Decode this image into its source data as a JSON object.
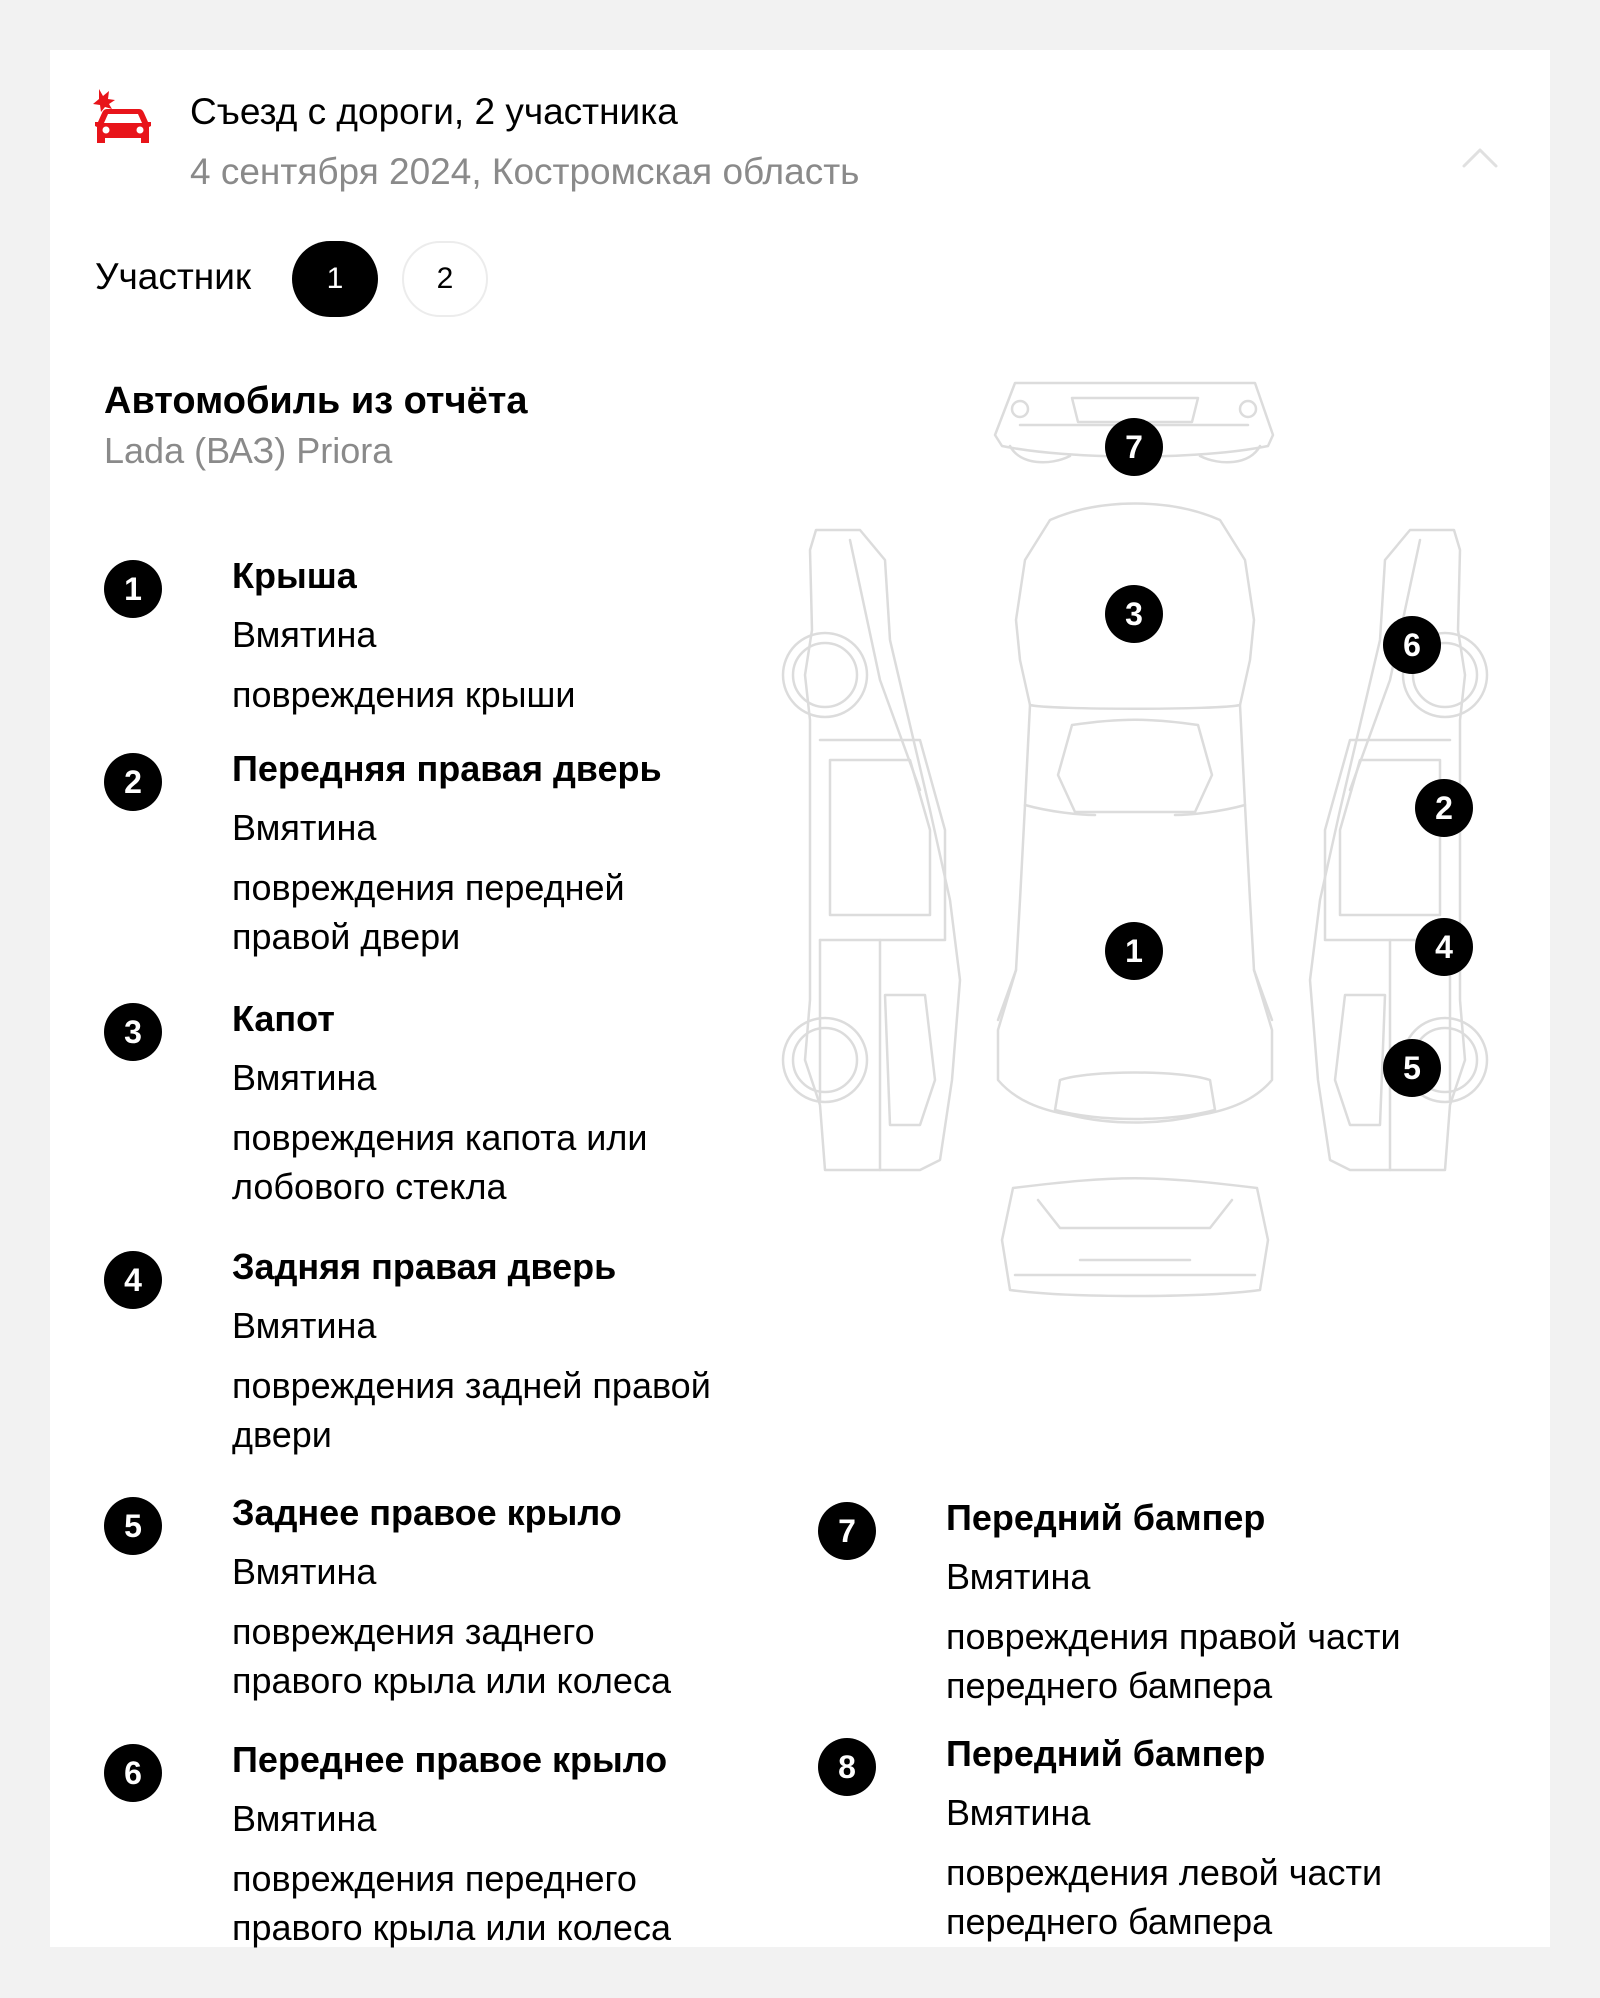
{
  "header": {
    "title": "Съезд с дороги, 2 участника",
    "subtitle": "4 сентября 2024, Костромская область",
    "icon": "car-crash-icon",
    "collapse_icon": "chevron-up-icon"
  },
  "colors": {
    "accent": "#e8141a",
    "badge": "#000000",
    "muted": "#8a8a8a"
  },
  "participants": {
    "label": "Участник",
    "tabs": [
      "1",
      "2"
    ],
    "selected": "1"
  },
  "car": {
    "title": "Автомобиль из отчёта",
    "model": "Lada (ВАЗ) Priora"
  },
  "damages": [
    {
      "num": "1",
      "title": "Крыша",
      "type": "Вмятина",
      "desc": "повреждения крыши"
    },
    {
      "num": "2",
      "title": "Передняя правая дверь",
      "type": "Вмятина",
      "desc": "повреждения передней правой двери"
    },
    {
      "num": "3",
      "title": "Капот",
      "type": "Вмятина",
      "desc": "повреждения капота или лобового стекла"
    },
    {
      "num": "4",
      "title": "Задняя правая дверь",
      "type": "Вмятина",
      "desc": "повреждения задней правой двери"
    },
    {
      "num": "5",
      "title": "Заднее правое крыло",
      "type": "Вмятина",
      "desc": "повреждения заднего правого крыла или колеса"
    },
    {
      "num": "6",
      "title": "Переднее правое крыло",
      "type": "Вмятина",
      "desc": "повреждения переднего правого крыла или колеса"
    },
    {
      "num": "7",
      "title": "Передний бампер",
      "type": "Вмятина",
      "desc": "повреждения правой части переднего бампера"
    },
    {
      "num": "8",
      "title": "Передний бампер",
      "type": "Вмятина",
      "desc": "повреждения левой части переднего бампера"
    }
  ],
  "diagram": {
    "markers": [
      "7",
      "3",
      "6",
      "2",
      "1",
      "4",
      "5"
    ]
  }
}
